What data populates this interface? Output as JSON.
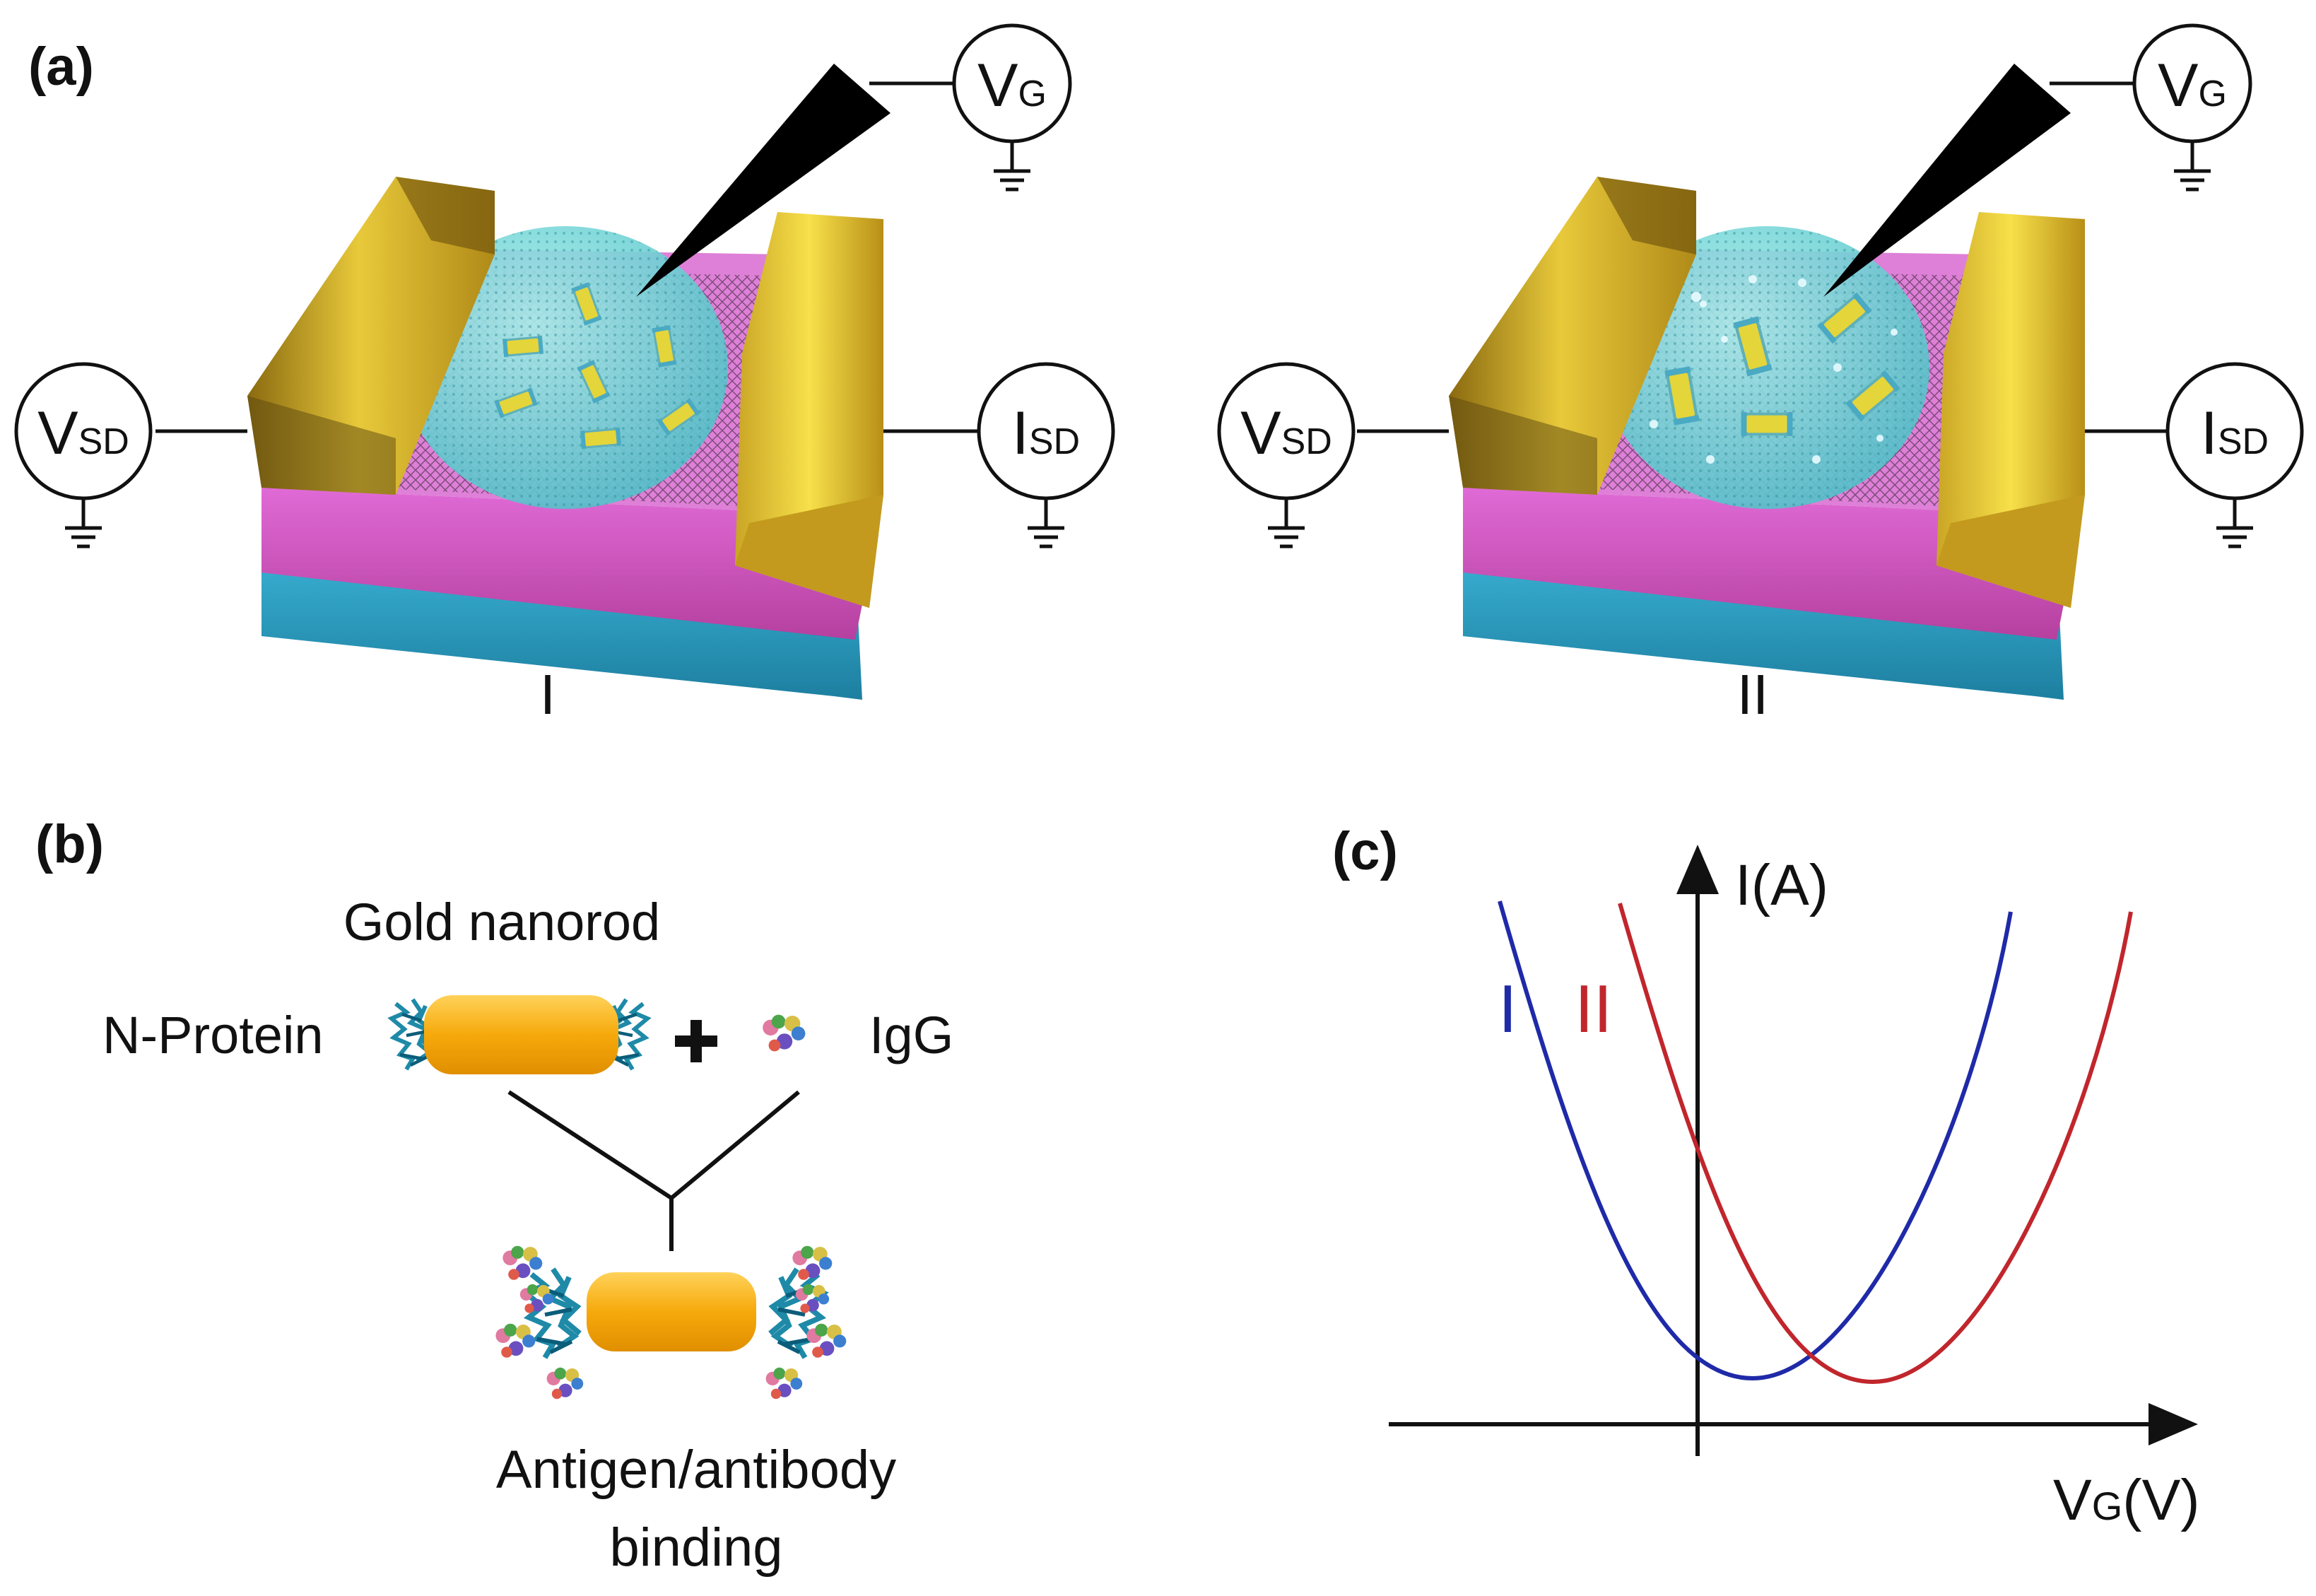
{
  "panel_a": {
    "label": "(a)",
    "device_I": {
      "caption": "I",
      "gate_main": "V",
      "gate_sub": "G",
      "sd_main": "V",
      "sd_sub": "SD",
      "isd_main": "I",
      "isd_sub": "SD"
    },
    "device_II": {
      "caption": "II",
      "gate_main": "V",
      "gate_sub": "G",
      "sd_main": "V",
      "sd_sub": "SD",
      "isd_main": "I",
      "isd_sub": "SD"
    }
  },
  "panel_b": {
    "label": "(b)",
    "gold_nanorod": "Gold nanorod",
    "n_protein": "N-Protein",
    "igg": "IgG",
    "binding_line1": "Antigen/antibody",
    "binding_line2": "binding"
  },
  "panel_c": {
    "label": "(c)",
    "y_axis": "I(A)",
    "x_axis_main": "V",
    "x_axis_sub": "G",
    "x_axis_unit": "(V)",
    "curve_I": {
      "label": "I",
      "color": "#1f2aa8"
    },
    "curve_II": {
      "label": "II",
      "color": "#c0262c"
    }
  },
  "colors": {
    "gold": "#d4b52a",
    "pink": "#d85fc8",
    "substrate": "#2a9dc0",
    "droplet": "#6fd6d8",
    "nanorod": "#f5a90b"
  }
}
